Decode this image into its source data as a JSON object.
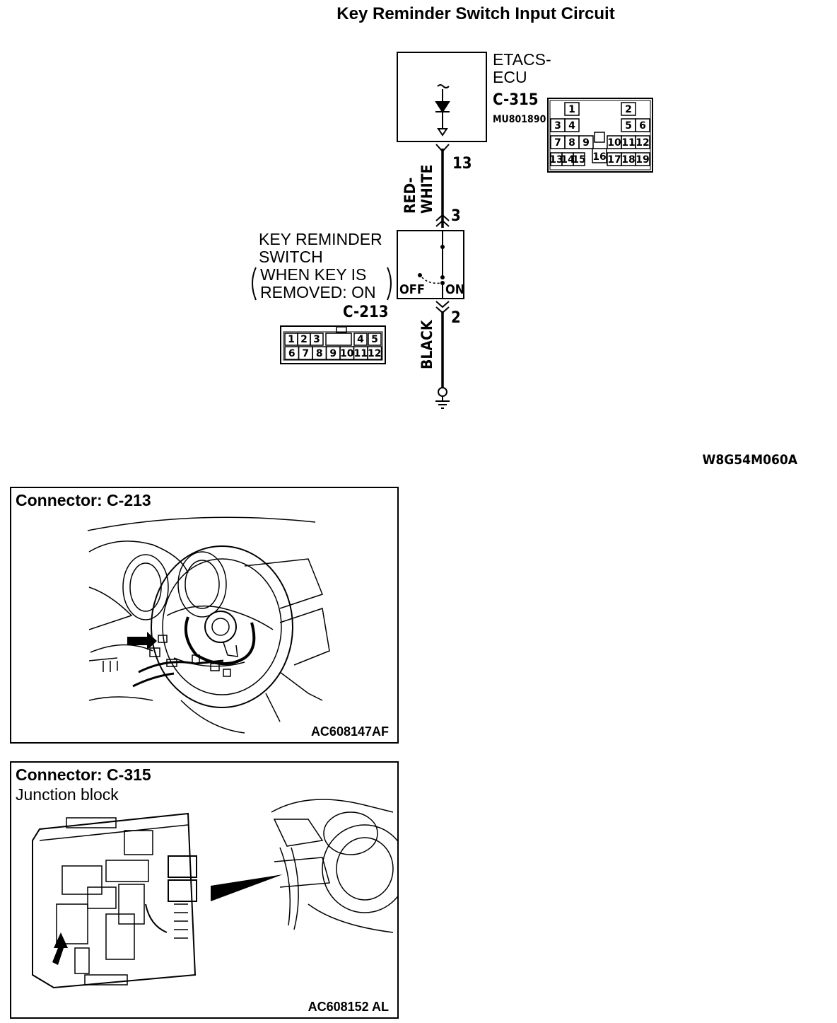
{
  "title": "Key Reminder Switch Input Circuit",
  "ecu": {
    "label_line1": "ETACS-",
    "label_line2": "ECU",
    "connector": "C-315",
    "part_no": "MU801890",
    "pin": "13",
    "pins": [
      "1",
      "2",
      "3",
      "4",
      "5",
      "6",
      "7",
      "8",
      "9",
      "10",
      "11",
      "12",
      "13",
      "14",
      "15",
      "16",
      "17",
      "18",
      "19"
    ]
  },
  "wire_upper": {
    "color_line1": "RED-",
    "color_line2": "WHITE"
  },
  "switch": {
    "label_line1": "KEY REMINDER",
    "label_line2": "SWITCH",
    "note_line1": "WHEN KEY IS",
    "note_line2": "REMOVED: ON",
    "connector": "C-213",
    "pin_top": "3",
    "pin_bottom": "2",
    "off_label": "OFF",
    "on_label": "ON",
    "pins": [
      "1",
      "2",
      "3",
      "4",
      "5",
      "6",
      "7",
      "8",
      "9",
      "10",
      "11",
      "12"
    ]
  },
  "wire_lower": {
    "color": "BLACK"
  },
  "diagram_code": "W8G54M060A",
  "panel1": {
    "title": "Connector: C-213",
    "code": "AC608147AF"
  },
  "panel2": {
    "title": "Connector: C-315",
    "subtitle": "Junction block",
    "code": "AC608152 AL"
  }
}
